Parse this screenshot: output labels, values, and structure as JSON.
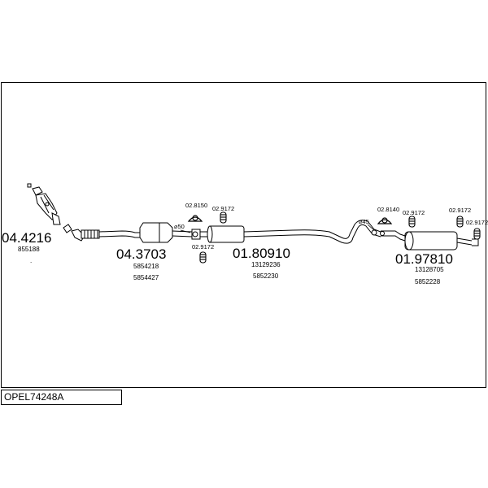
{
  "document": {
    "title": "OPEL74248A"
  },
  "parts": [
    {
      "id": "catalyst",
      "number": "04.4216",
      "refs": [
        "855188"
      ]
    },
    {
      "id": "front-pipe",
      "number": "04.3703",
      "refs": [
        "5854218",
        "5854427"
      ]
    },
    {
      "id": "middle-silencer",
      "number": "01.80910",
      "refs": [
        "13129236",
        "5852230"
      ]
    },
    {
      "id": "rear-silencer",
      "number": "01.97810",
      "refs": [
        "13128705",
        "5852228"
      ]
    }
  ],
  "fittings": {
    "clamp_a": "02.8150",
    "hanger_a": "02.9172",
    "hanger_b": "02.9172",
    "clamp_b": "02.8140",
    "hanger_c": "02.9172",
    "hanger_d": "02.9172",
    "hanger_e": "02.9172"
  },
  "dimensions": {
    "d50": "⌀50",
    "d45": "⌀45"
  }
}
